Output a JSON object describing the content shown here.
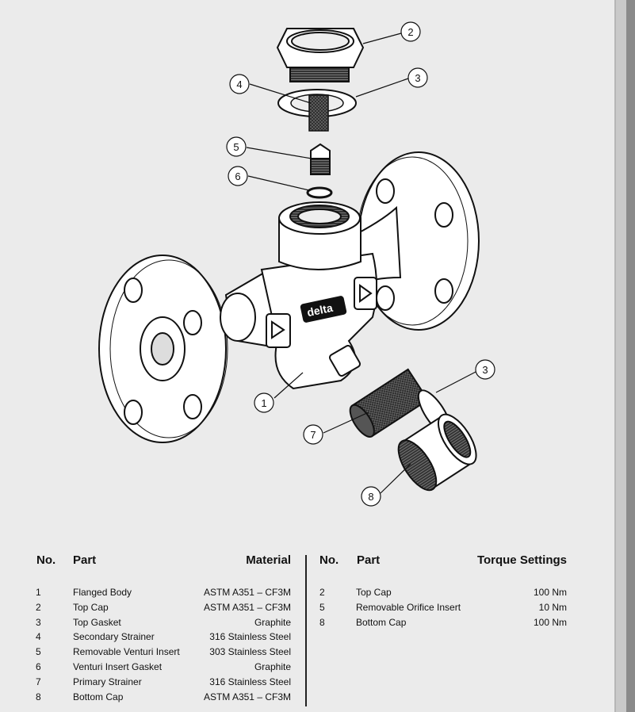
{
  "diagram": {
    "logo": "delta",
    "callouts": [
      "2",
      "4",
      "3",
      "5",
      "6",
      "1",
      "3",
      "7",
      "8"
    ]
  },
  "materials_table": {
    "headers": {
      "no": "No.",
      "part": "Part",
      "material": "Material"
    },
    "rows": [
      {
        "no": "1",
        "part": "Flanged Body",
        "material": "ASTM A351 – CF3M"
      },
      {
        "no": "2",
        "part": "Top Cap",
        "material": "ASTM A351 – CF3M"
      },
      {
        "no": "3",
        "part": "Top Gasket",
        "material": "Graphite"
      },
      {
        "no": "4",
        "part": "Secondary Strainer",
        "material": "316 Stainless Steel"
      },
      {
        "no": "5",
        "part": "Removable Venturi Insert",
        "material": "303 Stainless Steel"
      },
      {
        "no": "6",
        "part": "Venturi Insert Gasket",
        "material": "Graphite"
      },
      {
        "no": "7",
        "part": "Primary Strainer",
        "material": "316 Stainless Steel"
      },
      {
        "no": "8",
        "part": "Bottom Cap",
        "material": "ASTM A351 – CF3M"
      }
    ]
  },
  "torque_table": {
    "headers": {
      "no": "No.",
      "part": "Part",
      "torque": "Torque Settings"
    },
    "rows": [
      {
        "no": "2",
        "part": "Top Cap",
        "torque": "100 Nm"
      },
      {
        "no": "5",
        "part": "Removable Orifice Insert",
        "torque": "10 Nm"
      },
      {
        "no": "8",
        "part": "Bottom Cap",
        "torque": "100 Nm"
      }
    ]
  }
}
